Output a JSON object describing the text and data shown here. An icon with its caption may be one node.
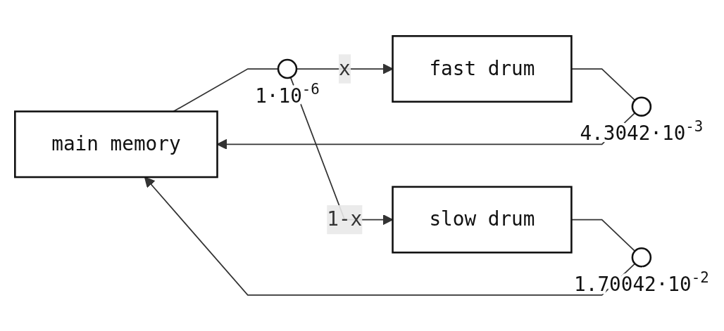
{
  "diagram": {
    "nodes": [
      {
        "text": [
          "main memory"
        ]
      },
      {
        "text": [],
        "shape": "circle",
        "beside": [
          "1·10$^{-6}$"
        ]
      },
      {
        "text": [
          "fast drum"
        ]
      },
      {
        "text": [],
        "shape": "circle",
        "beside": [
          "4.3042·10$^{-3}$"
        ]
      },
      {
        "text": [
          "slow drum"
        ]
      },
      {
        "text": [],
        "shape": "circle",
        "beside": [
          "1.70042·10$^{-2}$"
        ]
      }
    ],
    "edges": [
      {
        "from": 0,
        "to": 1,
        "arrow": "none"
      },
      {
        "from": 1,
        "to": 2,
        "arrow": "to",
        "label": "x"
      },
      {
        "from": 1,
        "to": 4,
        "arrow": "to",
        "label": "1-x"
      },
      {
        "from": 2,
        "to": 3,
        "arrow": "none"
      },
      {
        "from": 4,
        "to": 5,
        "arrow": "none"
      },
      {
        "from": 3,
        "to": 0,
        "arrow": "to"
      },
      {
        "from": 5,
        "to": 0,
        "arrow": "to"
      }
    ]
  }
}
